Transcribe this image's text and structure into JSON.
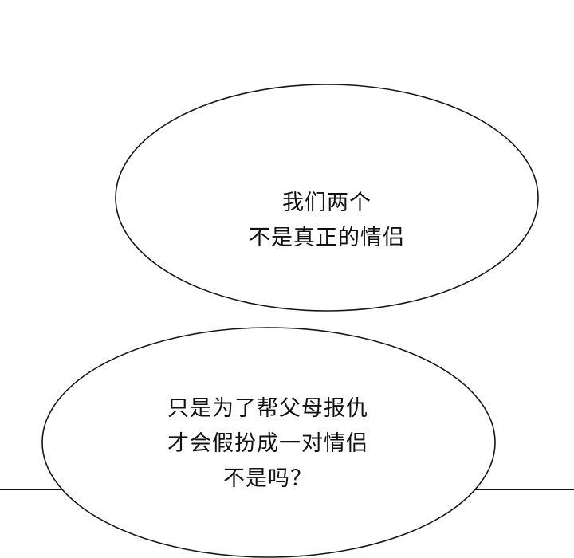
{
  "page": {
    "background_color": "#ffffff",
    "stroke_color": "#161616",
    "text_color": "#111111"
  },
  "bubbles": {
    "top": {
      "lines": [
        "我们两个",
        "不是真正的情侣"
      ]
    },
    "bottom": {
      "lines": [
        "只是为了帮父母报仇",
        "才会假扮成一对情侣",
        "不是吗？"
      ]
    }
  }
}
